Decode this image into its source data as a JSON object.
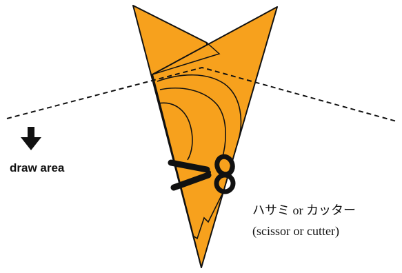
{
  "labels": {
    "draw_area": "draw area",
    "tool_line1": "ハサミ or カッター",
    "tool_line2": "(scissor or cutter)"
  },
  "colors": {
    "paper_fill": "#F7A11D",
    "outline": "#111111",
    "background": "#FFFFFF"
  },
  "icons": {
    "arrow": "down-arrow-icon",
    "tool": "scissors-icon"
  }
}
